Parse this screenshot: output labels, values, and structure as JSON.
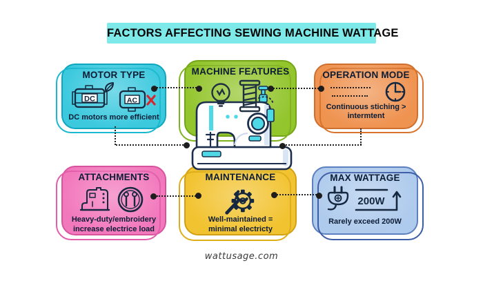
{
  "page": {
    "title": "FACTORS AFFECTING SEWING MACHINE WATTAGE",
    "website": "wattusage.com",
    "title_bg": "#7de9e9"
  },
  "boxes": {
    "motor_type": {
      "label": "MOTOR TYPE",
      "dc_badge": "DC",
      "ac_badge": "AC",
      "body": "DC motors more efficient",
      "fill": "#3cc9de"
    },
    "machine_features": {
      "label": "MACHINE FEATURES",
      "fill": "#93c52d"
    },
    "operation_mode": {
      "label": "OPERATION MODE",
      "body_line1": "Continuous stiching >",
      "body_line2": "intermtent",
      "fill": "#ef9351"
    },
    "attachments": {
      "label": "ATTACHMENTS",
      "body_line1": "Heavy-duty/embroidery",
      "body_line2": "increase electrice load",
      "fill": "#f278bc"
    },
    "maintenance": {
      "label": "MAINTENANCE",
      "body_line1": "Well-maintained =",
      "body_line2": "minimal electricty",
      "fill": "#f2c331"
    },
    "max_wattage": {
      "label": "MAX WATTAGE",
      "wattage_label": "200W",
      "body": "Rarely exceed 200W",
      "fill": "#aecaec"
    }
  },
  "accents": {
    "outline_navy": "#15283f",
    "machine_cyan": "#4fd8e6",
    "red_cross": "#d3272e",
    "dot_black": "#1d1d1d"
  }
}
